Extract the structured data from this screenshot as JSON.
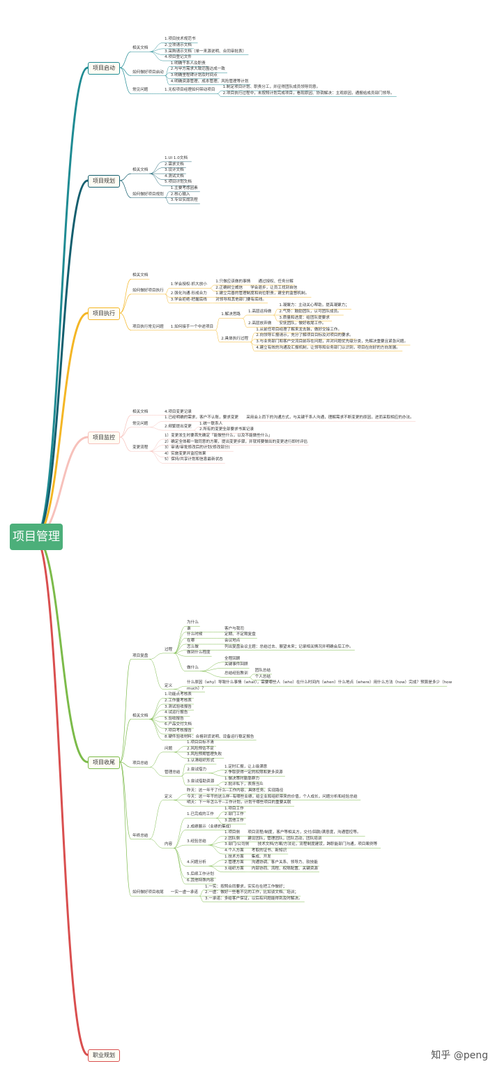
{
  "root": "项目管理",
  "branch_colors": [
    "#1f8b93",
    "#145f6f",
    "#f4b625",
    "#f7c1bb",
    "#7cbb4a",
    "#d94f4f"
  ],
  "branches": [
    {
      "label": "项目启动",
      "color": "#1f8b93",
      "children": [
        {
          "label": "相关文档",
          "children": [
            {
              "label": "1.项目技术规范书"
            },
            {
              "label": "2.立项请示文档"
            },
            {
              "label": "3.采购请示文档（单一来源说明、合同审批表）"
            },
            {
              "label": "4.项目登记文件"
            }
          ]
        },
        {
          "label": "如何做好项目启动",
          "children": [
            {
              "label": "1.明确干系人及职责"
            },
            {
              "label": "2.与甲方需求大致范围达成一致"
            },
            {
              "label": "3.明确里程碑计划及时间点"
            },
            {
              "label": "4.明确资源管理、成本管理、风险管理等计划"
            }
          ]
        },
        {
          "label": "常见问题",
          "children": [
            {
              "label": "1.无权项目经理如何带动项目",
              "children": [
                {
                  "label": "1.制定项目计划、职责分工，并征得团队成员领导同意。"
                },
                {
                  "label": "2.项目执行过程中，未按照计划完成项目，看现原因、协调解决：主观原因，通报给成员部门领导。"
                }
              ]
            }
          ]
        }
      ]
    },
    {
      "label": "项目规划",
      "color": "#145f6f",
      "children": [
        {
          "label": "相关文档",
          "children": [
            {
              "label": "1.UI 1.0文档"
            },
            {
              "label": "2.需求文档"
            },
            {
              "label": "3.设计文档"
            },
            {
              "label": "4.测试文档"
            },
            {
              "label": "5.项目计划文档"
            }
          ]
        },
        {
          "label": "如何做好项目规划",
          "children": [
            {
              "label": "1.主要考虑因素"
            },
            {
              "label": "2.核心输入"
            },
            {
              "label": "3.专业实战流程"
            }
          ]
        }
      ]
    },
    {
      "label": "项目执行",
      "color": "#f4b625",
      "children": [
        {
          "label": "相关文档"
        },
        {
          "label": "如何做好项目执行",
          "children": [
            {
              "label": "1.学会授权-抓大放小",
              "children": [
                {
                  "label": "1.只做应该做的事情",
                  "children": [
                    {
                      "label": "通过授权、任务分解"
                    }
                  ]
                },
                {
                  "label": "2.正确树立威信",
                  "children": [
                    {
                      "label": "学会退步，让员工找到自信"
                    }
                  ]
                }
              ]
            },
            {
              "label": "2.强化沟通-形成合力",
              "children": [
                {
                  "label": "1.建立完善的管理制度和岗位职责，建全的监督机制。"
                }
              ]
            },
            {
              "label": "3.学会拒绝-把握底线",
              "children": [
                {
                  "label": "对领导和其他部门要有底线。"
                }
              ]
            }
          ]
        },
        {
          "label": "项目执行常见问题",
          "children": [
            {
              "label": "1.如何接手一个中途项目",
              "children": [
                {
                  "label": "1.解决思路",
                  "children": [
                    {
                      "label": "1.高层运持做",
                      "children": [
                        {
                          "label": "1.凝聚力：主动关心帮助，提高凝聚力；"
                        },
                        {
                          "label": "2.气势：鼓励团队，认可团队成员。"
                        },
                        {
                          "label": "3.质量和进度：给团队提要求"
                        }
                      ]
                    },
                    {
                      "label": "2.高层放弃做",
                      "children": [
                        {
                          "label": "安抚团队，做好收尾工作。"
                        }
                      ]
                    }
                  ]
                },
                {
                  "label": "2.具体执行过程",
                  "children": [
                    {
                      "label": "1.从前任项目经理了解来龙去脉，做好交接工作。"
                    },
                    {
                      "label": "2.向领导汇报请示，充分了解项目目标及对项目的要求。"
                    },
                    {
                      "label": "3.与业务部门和客户交流目前存在问题，并对问题优先级分类，先解决重要且紧急问题。"
                    },
                    {
                      "label": "4.建立有效的沟通及汇报机制，让领导和业务部门认识到，项目在向好的方向发展。"
                    }
                  ]
                }
              ]
            }
          ]
        }
      ]
    },
    {
      "label": "项目监控",
      "color": "#f7c1bb",
      "children": [
        {
          "label": "相关文档",
          "children": [
            {
              "label": "4.项目变更记录"
            }
          ]
        },
        {
          "label": "常见问题",
          "children": [
            {
              "label": "1.已经明确的需求，客户不认账，要求变更",
              "children": [
                {
                  "label": "采用会上而下的沟通方式，与关键干系人沟通，理解需求不断变更的原因，进而采取相应的办法。"
                }
              ]
            },
            {
              "label": "2.频繁提出变更",
              "children": [
                {
                  "label": "1.统一联系人"
                },
                {
                  "label": "2.所有的变更全部要求书面记录"
                }
              ]
            }
          ]
        },
        {
          "label": "变更流程",
          "children": [
            {
              "label": "1）变更发生时要首先确定「能做些什么，以及不能做些什么」"
            },
            {
              "label": "2）确定全体都一致同意的方案，提出变更步骤，并就将要做出的变更进行即时评估"
            },
            {
              "label": "3）审请/审批修改后的计划(修改部分)"
            },
            {
              "label": "4）实施变更并监控效果"
            },
            {
              "label": "5）保持/共享计划和信息最新状态"
            }
          ]
        }
      ]
    },
    {
      "label": "项目收尾",
      "color": "#7cbb4a",
      "children": [
        {
          "label": "项目复盘",
          "children": [
            {
              "label": "过程",
              "children": [
                {
                  "label": "为什么"
                },
                {
                  "label": "谁",
                  "children": [
                    {
                      "label": "客户与我司"
                    }
                  ]
                },
                {
                  "label": "什么时候",
                  "children": [
                    {
                      "label": "定期、不定期复盘"
                    }
                  ]
                },
                {
                  "label": "在哪",
                  "children": [
                    {
                      "label": "会议地点"
                    }
                  ]
                },
                {
                  "label": "怎么做",
                  "children": [
                    {
                      "label": "列出复盘会议主题：总结过去、展望未来；记录相关情况并明确会后工作。"
                    }
                  ]
                },
                {
                  "label": "做到什么程度"
                },
                {
                  "label": "做什么",
                  "children": [
                    {
                      "label": "全程回顾"
                    },
                    {
                      "label": "关键事件回顾"
                    },
                    {
                      "label": "总结经验教训",
                      "children": [
                        {
                          "label": "团队总结"
                        },
                        {
                          "label": "个人总结"
                        }
                      ]
                    }
                  ]
                }
              ]
            },
            {
              "label": "定义",
              "children": [
                {
                  "label": "什么原因（why）导致什么事情（what），需要哪些人（who）在什么时间内（when）什么地点（where）用什么方法（how）完成？预算是多少（how"
                },
                {
                  "label": "much）？"
                }
              ]
            }
          ]
        },
        {
          "label": "相关文档",
          "children": [
            {
              "label": "1.功能点考核表"
            },
            {
              "label": "2.工作量考核表"
            },
            {
              "label": "3.测试验收报告"
            },
            {
              "label": "4.试运行报告"
            },
            {
              "label": "5.验收报告"
            },
            {
              "label": "6.产品交付文档"
            },
            {
              "label": "7.项目考核报告"
            },
            {
              "label": "8.硬件验收材料：合格到货说明、设备运行稳定报告"
            }
          ]
        },
        {
          "label": "项目总结",
          "children": [
            {
              "label": "问题",
              "children": [
                {
                  "label": "1.项目目标不清"
                },
                {
                  "label": "2.风险预估不足"
                },
                {
                  "label": "3.风险预期管理失败"
                }
              ]
            },
            {
              "label": "管理总结",
              "children": [
                {
                  "label": "1.认清组织形式"
                },
                {
                  "label": "2.尝试借力",
                  "children": [
                    {
                      "label": "1.定时汇报，让上级满意"
                    },
                    {
                      "label": "2.争取获得一定的权限和更多资源"
                    }
                  ]
                },
                {
                  "label": "3.尝试借助资源",
                  "children": [
                    {
                      "label": "1.做决策时勤靠群力"
                    },
                    {
                      "label": "2.批评私下，表扬当众"
                    }
                  ]
                }
              ]
            }
          ]
        },
        {
          "label": "年终总结",
          "children": [
            {
              "label": "定义",
              "children": [
                {
                  "label": "昨天：这一年干了什么--工作内容、具体任务、实现路径"
                },
                {
                  "label": "今天：这一年干的这么样--有哪些业绩，给企业和组织带来的价值，个人成长，问题分析和经验总结"
                },
                {
                  "label": "明天：下一年怎么干--工作计划，计划干哪些项目的重要关联"
                }
              ]
            },
            {
              "label": "内容",
              "children": [
                {
                  "label": "1.已完成的工作",
                  "children": [
                    {
                      "label": "1.项目工作"
                    },
                    {
                      "label": "2.部门工作"
                    },
                    {
                      "label": "3.其他工作"
                    }
                  ]
                },
                {
                  "label": "2.成绩展示（业绩的集成）"
                },
                {
                  "label": "3.经验总结",
                  "children": [
                    {
                      "label": "1.项目侧",
                      "children": [
                        {
                          "label": "项目流程/制度，客户等相关方，交付/回款/满意度，沟通管控等。"
                        }
                      ]
                    },
                    {
                      "label": "2.团队侧",
                      "children": [
                        {
                          "label": "建设团队，管理团队，团队活动，团队培训"
                        }
                      ]
                    },
                    {
                      "label": "3.部门/公司侧",
                      "children": [
                        {
                          "label": "技术文档/方案/方法论，流程制度建设，跨职能部门沟通，项目案例等"
                        }
                      ]
                    },
                    {
                      "label": "4.个人方面",
                      "children": [
                        {
                          "label": "考取的证书、新知识"
                        }
                      ]
                    }
                  ]
                },
                {
                  "label": "4.问题分析",
                  "children": [
                    {
                      "label": "1.技术方面",
                      "children": [
                        {
                          "label": "集成、开发"
                        }
                      ]
                    },
                    {
                      "label": "2.管理方面",
                      "children": [
                        {
                          "label": "沟通协调、客户关系、领导力、软技能"
                        }
                      ]
                    },
                    {
                      "label": "3.组织方面",
                      "children": [
                        {
                          "label": "内部协同、流程、权限配置、关键资源"
                        }
                      ]
                    }
                  ]
                },
                {
                  "label": "5.后续工作计划"
                },
                {
                  "label": "6.其他特殊内容"
                }
              ]
            }
          ]
        },
        {
          "label": "如何做好项目收尾",
          "children": [
            {
              "label": "一实一虚一承诺",
              "children": [
                {
                  "label": "1.一实：按照合同要求，实实在在把工作做好；"
                },
                {
                  "label": "2.一虚：做好一些看不见的工作，比如谈文档、培训；"
                },
                {
                  "label": "3.一承诺：多给客户保证，以后有问题能得到及时解决。"
                }
              ]
            }
          ]
        }
      ]
    },
    {
      "label": "职业规划",
      "color": "#d94f4f"
    }
  ],
  "watermark": "知乎 @peng"
}
